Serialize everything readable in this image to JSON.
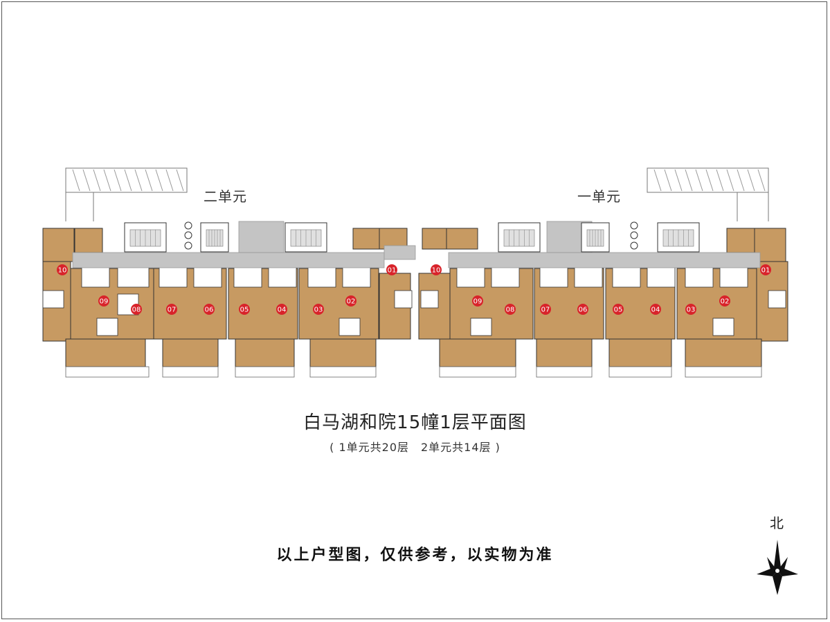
{
  "units": [
    {
      "label": "二单元",
      "id": "unit-2"
    },
    {
      "label": "一单元",
      "id": "unit-1"
    }
  ],
  "title": "白马湖和院15幢1层平面图",
  "subtitle": "( 1单元共20层　2单元共14层 )",
  "disclaimer": "以上户型图，仅供参考，以实物为准",
  "compass": {
    "label": "北"
  },
  "apartments": {
    "west_block": [
      "10",
      "09",
      "08",
      "07",
      "06",
      "05",
      "04",
      "03",
      "02",
      "01"
    ],
    "east_block": [
      "10",
      "09",
      "08",
      "07",
      "06",
      "05",
      "04",
      "03",
      "02",
      "01"
    ]
  },
  "colors": {
    "room_fill": "#c79a62",
    "corridor_fill": "#c4c4c4",
    "marker_red": "#d8232a",
    "wall": "#333333"
  }
}
